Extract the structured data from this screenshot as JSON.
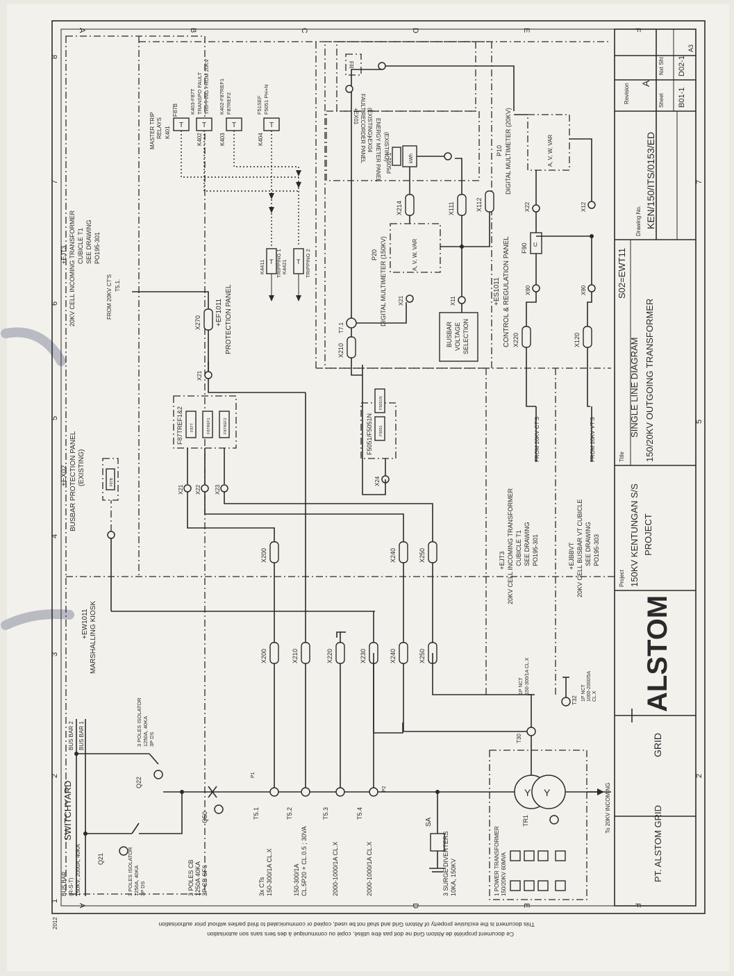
{
  "title_block": {
    "company": "PT. ALSTOM GRID",
    "grid": "GRID",
    "logo": "ALSTOM",
    "project_label": "Project",
    "project": "150KV KENTUNGAN S/S",
    "project2": "PROJECT",
    "title_label": "Title",
    "title1": "SINGLE LINE DIAGRAM",
    "title2": "150/20KV OUTGOING TRANSFORMER",
    "ref": "S02=EWT11",
    "drawing_label": "Drawing No.",
    "drawing_no": "KEN/150/ITS/0153/ED",
    "revision_label": "Revision",
    "revision": "A",
    "sheet_label": "Sheet",
    "sheet": "B01-1",
    "next_label": "Nxt Sht",
    "next": "D02-1",
    "size": "A3",
    "year": "2012"
  },
  "disclaimer1": "This document is the exclusive property of Alstom Grid and shall not be used, copied or communicated to third parties without prior authorisation",
  "disclaimer2": "Ce document propriété de Alstom Grid ne doit pas être utilisé, copié ou communiqué à des tiers sans son autorisation",
  "grid_rows": [
    "A",
    "B",
    "C",
    "D",
    "E",
    "F"
  ],
  "grid_cols": [
    "1",
    "2",
    "3",
    "4",
    "5",
    "6",
    "7",
    "8"
  ],
  "switchyard": {
    "title": "SWITCHYARD",
    "busbar": "BUS BAR",
    "busbar_rst": "(R-S-T)",
    "busbar_rating": "150KV, 2000A, 40KA",
    "bus1": "BUS BAR 1",
    "bus2": "BUS BAR 2",
    "q21": "Q21",
    "q22": "Q22",
    "q50": "Q50",
    "iso1": "3 POLES ISOLATOR",
    "iso2": "1250A, 40KA",
    "iso3": "3P DS",
    "cb1": "3 POLES CB",
    "cb2": "1250A 40KA",
    "cb3": "3P CB SF6",
    "t51": "T5.1",
    "t51_desc1": "3x CTs",
    "t51_desc2": "150-300/1A CL.X",
    "t52": "T5.2",
    "t52_desc1": "150-300/1A",
    "t52_desc2": "CL.5P20 + CL.0.5 ; 30VA",
    "t53": "T5.3",
    "t53_desc": "2000-1000/1A CL.X",
    "t54": "T5.4",
    "t54_desc": "2000-1000/1A CL.X",
    "sa": "SA",
    "sa_desc1": "3 SURGE DIVERTERS",
    "sa_desc2": "10KA, 150KV",
    "tr1": "TR1",
    "tr_desc1": "1 POWER TRANSFORMER",
    "tr_desc2": "150/20KV 60MVA",
    "to20": "To 20KV INCOMING",
    "t30": "T30",
    "t32": "T32",
    "nct1_a": "1P NCT",
    "nct1_b": "150-300/1A CL.X",
    "nct2_a": "1P NCT",
    "nct2_b": "1000-2000/5A",
    "nct2_c": "CL.X",
    "p1": "P1",
    "p2": "P2"
  },
  "kiosk": {
    "ref": "+EW1011",
    "name": "MARSHALLING KIOSK"
  },
  "kiosk_terms": [
    "X200",
    "X210",
    "X220",
    "X230",
    "X240",
    "X250"
  ],
  "prot_terms": [
    "X200",
    "X240",
    "X250"
  ],
  "busbar_panel": {
    "ref": "+EX02",
    "name1": "BUSBAR PROTECTION PANEL",
    "name2": "(EXISTING)",
    "relay": "F87B"
  },
  "protection_panel": {
    "ref": "+EF1011",
    "name": "PROTECTION PANEL",
    "group": "F87TREF1&2",
    "r1": "F87T",
    "r2": "F87REF1",
    "r3": "F87REF2",
    "x21": "X21",
    "x22": "X22",
    "x23": "X23",
    "x21b": "X21",
    "x270": "X270",
    "from_cts": "FROM 20KV CT'S",
    "from_t51": "T5.1.",
    "master": "MASTER TRIP",
    "relays": "RELAYS",
    "k401": "K401",
    "f87b": "F87B",
    "k402": "K402",
    "k402d1": "K403-F87T",
    "k402d2": "TRANSPO FAULT",
    "k402d3": "TRIPPING FROM 20KV",
    "k403": "K403",
    "k403d1": "K402-F87REF1",
    "k403d2": "F87REF2",
    "k404": "K404",
    "k404d1": "F51SEF",
    "k404d2": "F5051 PH+N",
    "k4411": "K4411",
    "k4421": "K4421",
    "trip1": "TRIPPING 1",
    "trip2": "TRIPPING 2",
    "f5051": "F5051/F5051N",
    "f5051a": "F5051",
    "f5051b": "F5051N",
    "x24": "X24",
    "x210": "X210",
    "t71": "T7.1"
  },
  "incoming_cubicle": {
    "ref": "+EJT3",
    "line1": "20KV CELL INCOMING TRANSFORMER",
    "line2": "CUBICLE T1",
    "line3": "SEE DRAWING",
    "line4": "PO195-301"
  },
  "control_panel": {
    "p20": "P20",
    "p20name": "DIGITAL MULTIMETER (150KV)",
    "avw": "A, V, W, VAR",
    "x21": "X21",
    "x214": "X214",
    "x11": "X11",
    "x111": "X111",
    "x112": "X112",
    "busbar1": "BUSBAR",
    "busbar2": "VOLTAGE",
    "busbar3": "SELECTION",
    "ref": "+ES1011",
    "name": "CONTROL & REGULATION PANEL",
    "x220": "X220",
    "x120": "X120",
    "x90a": "X90",
    "x90b": "X90",
    "f90": "F90",
    "x22": "X22",
    "x12": "X12",
    "p10": "P10",
    "p10name": "DIGITAL MULTIMETER (20KV)",
    "avw2": "A, V, W, VAR",
    "p5051": "P5051-1",
    "kwh": "kWh",
    "ex04_ref": "+EX04",
    "ex04_1": "ENERGY METER PANEL",
    "ex04_2": "(EXISTING)",
    "ex01_ref": "+EX01",
    "ex01_1": "FAULT RECORDER PANEL",
    "ex01_2": "(EXISTING)",
    "fr": "FR"
  },
  "lower_notes": {
    "ejt3_ref": "+EJT3",
    "ejt3_1": "20KV CELL INCOMING TRANSFORMER",
    "ejt3_2": "CUBICLE T1",
    "ejt3_3": "SEE DRAWING",
    "ejt3_4": "PO195-301",
    "from_cts": "FROM 20KV CT'S",
    "ejbbvt_ref": "+EJBBVT",
    "ejbbvt_1": "20KV CELL BUSBAR VT CUBICLE",
    "ejbbvt_2": "SEE DRAWING",
    "ejbbvt_3": "PO195-303",
    "from_vts": "FROM 20KV VT'S"
  }
}
